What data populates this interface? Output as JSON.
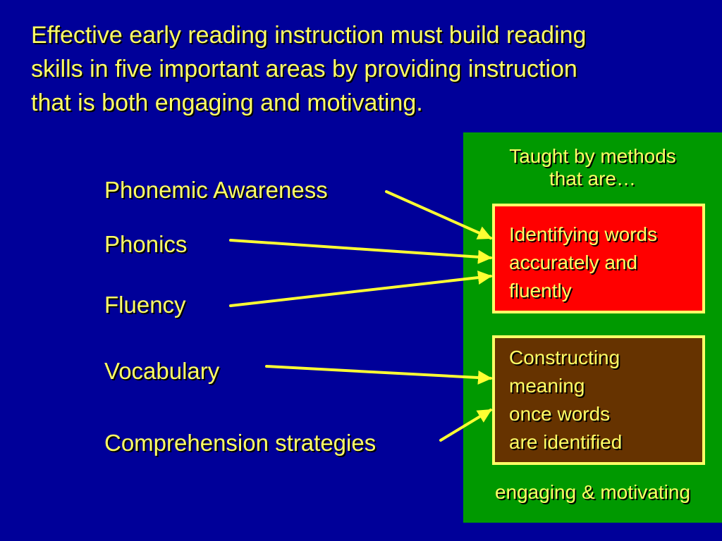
{
  "title": {
    "lines": [
      "Effective early reading instruction must build reading",
      "skills in five important areas by providing instruction",
      "that is both engaging and motivating."
    ]
  },
  "areas": [
    "Phonemic Awareness",
    "Phonics",
    "Fluency",
    "Vocabulary",
    "Comprehension strategies"
  ],
  "panel": {
    "header_lines": [
      "Taught by methods",
      "that are…"
    ],
    "box_words_lines": [
      "Identifying words",
      "accurately and",
      "fluently"
    ],
    "box_meaning_lines": [
      "Constructing",
      "meaning",
      "once words",
      "are identified"
    ],
    "footer": "engaging & motivating"
  },
  "colors": {
    "background": "#000099",
    "text": "#ffff66",
    "panel": "#009900",
    "box_words": "#ff0000",
    "box_meaning": "#663300",
    "arrow": "#ffff33"
  }
}
